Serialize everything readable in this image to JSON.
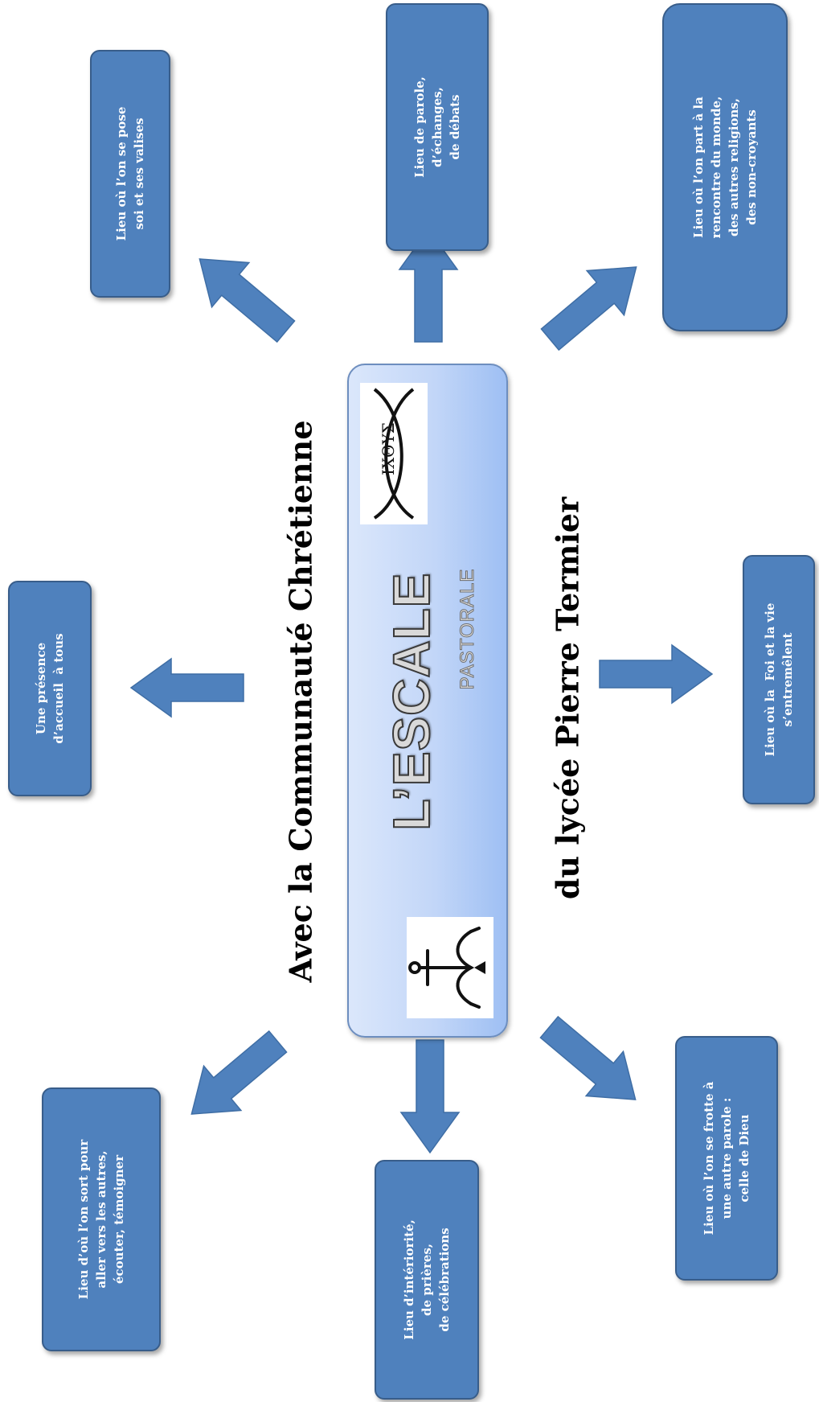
{
  "heading_left": "Avec la Communauté Chrétienne",
  "heading_right": "du lycée Pierre Termier",
  "center": {
    "title": "L’ESCALE",
    "subtitle": "PASTORALE",
    "fish_text": "ΙΧΘΥΣ"
  },
  "boxes": {
    "pose": "Lieu où l’on se pose\nsoi et ses valises",
    "parole": "Lieu de parole,\nd’échanges,\nde débats",
    "rencontre": "Lieu où l’on part à la\nrencontre du monde,\ndes autres religions,\ndes non-croyants",
    "presence": "Une présence\nd’accueil  à tous",
    "foi": "Lieu où la  Foi et la vie\ns’entremêlent",
    "sortie": "Lieu d’où l’on sort pour\naller vers les autres,\nécouter, témoigner",
    "interiorite": "Lieu d’intériorité,\nde prières,\nde célébrations",
    "dieu": "Lieu où l’on se frotte à\nune autre parole :\ncelle de Dieu"
  },
  "colors": {
    "box_fill": "#4f81bd",
    "box_border": "#385d8a",
    "arrow_fill": "#4f81bd",
    "center_gradient_light": "#dbe7fb",
    "center_gradient_dark": "#9ebff3"
  }
}
